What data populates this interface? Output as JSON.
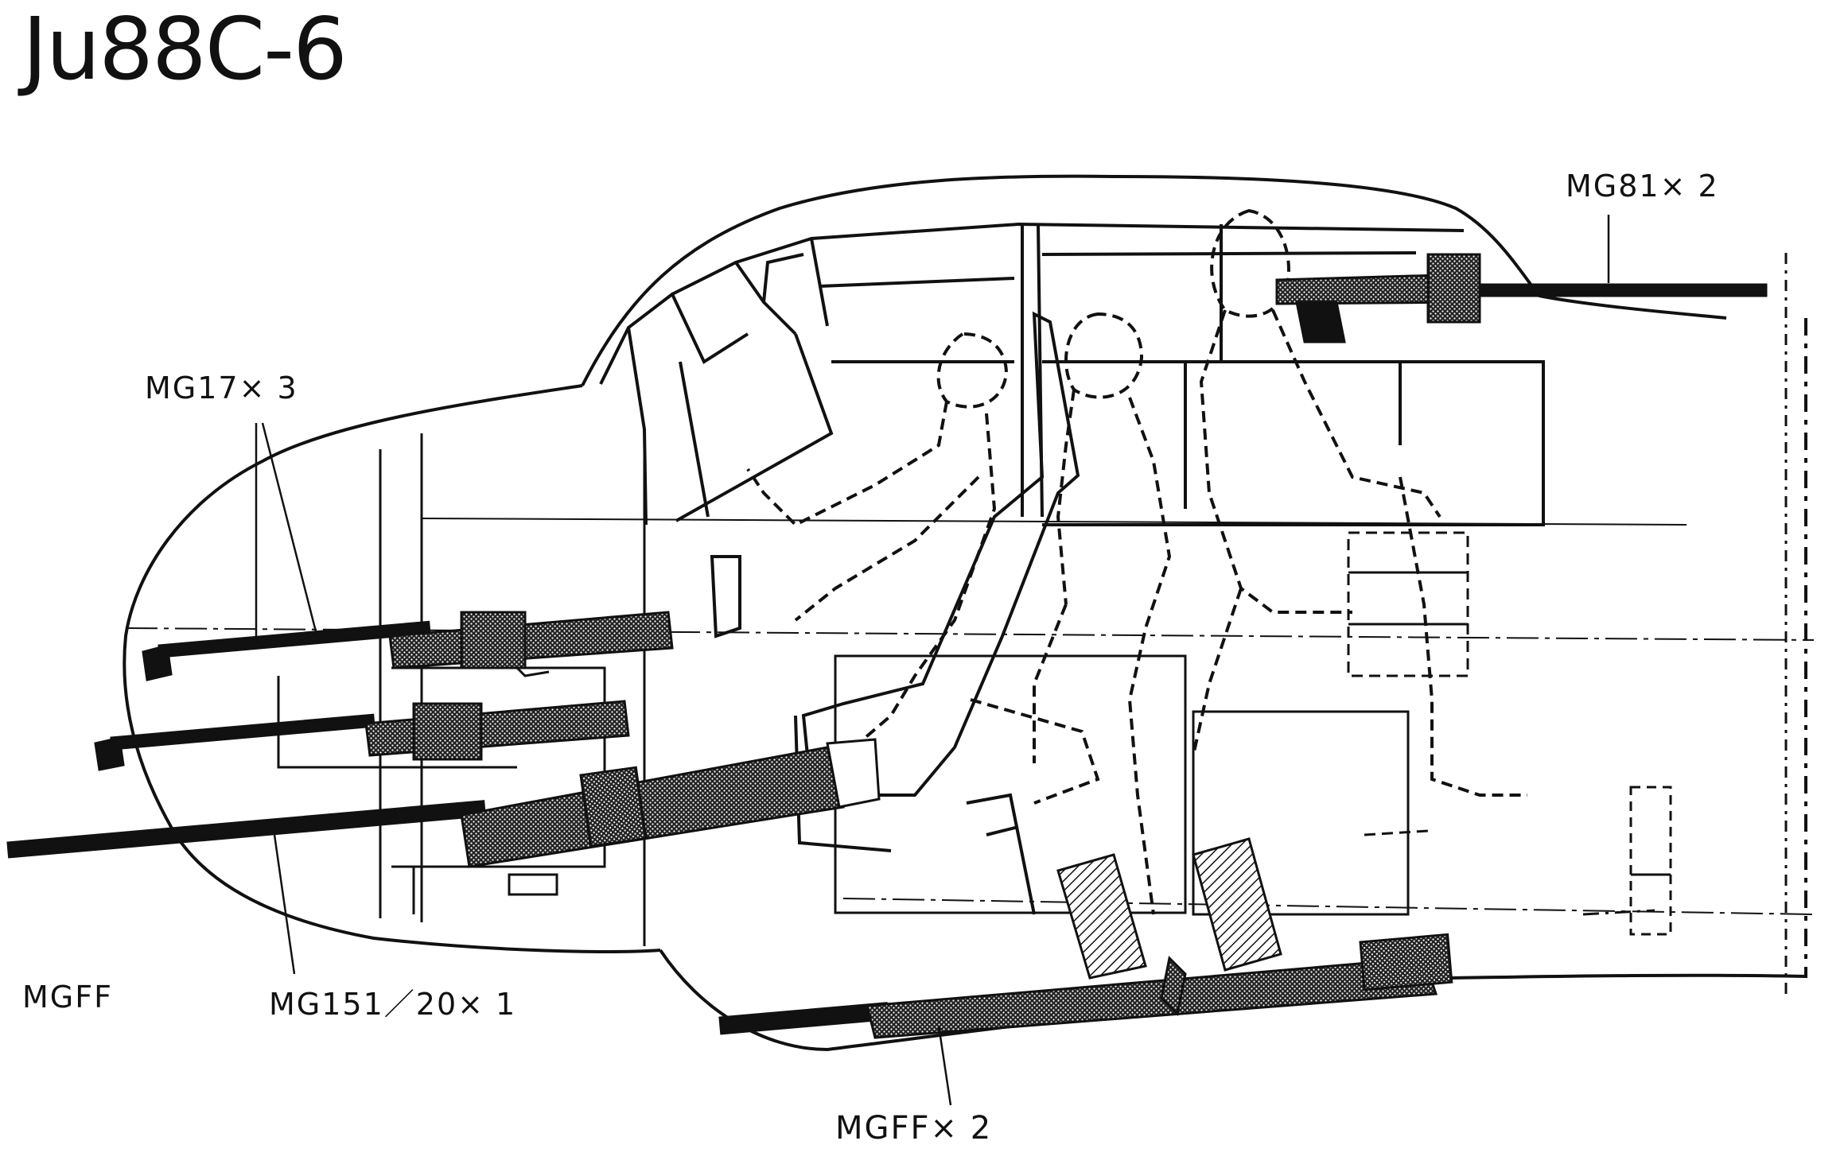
{
  "title": "Ju88C-6",
  "labels": {
    "mg81": "MG81× 2",
    "mg17": "MG17× 3",
    "mgff": "MGFF",
    "mg151": "MG151／20× 1",
    "mgff2": "MGFF× 2"
  },
  "colors": {
    "ink": "#111111",
    "paper": "#ffffff"
  }
}
